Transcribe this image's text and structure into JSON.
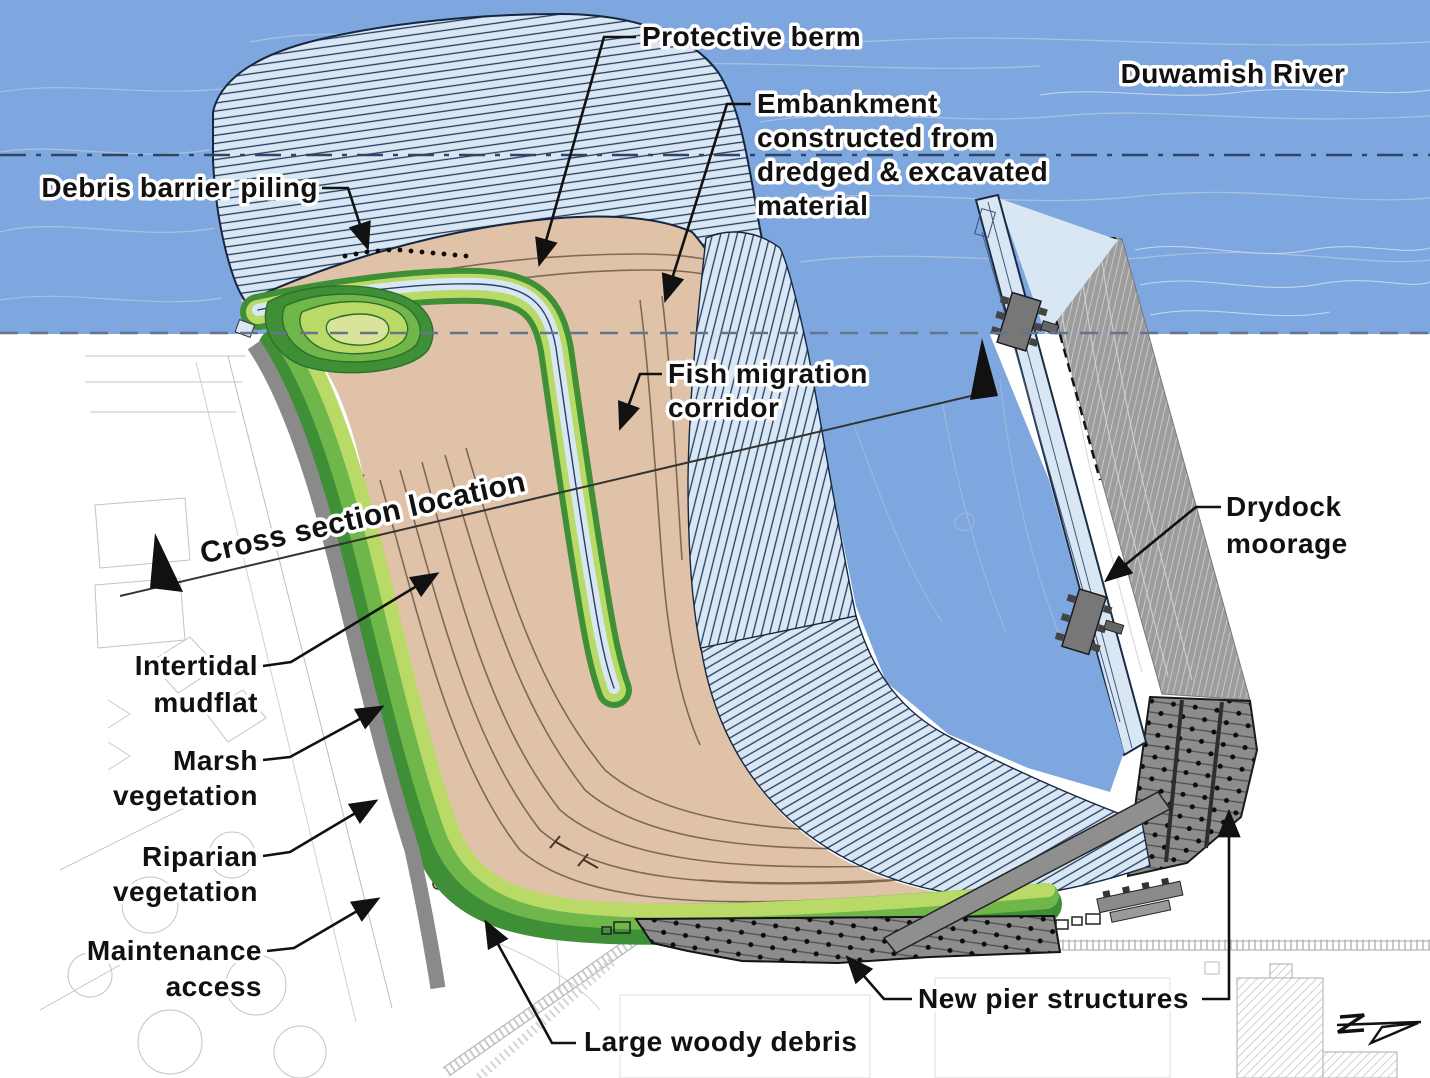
{
  "diagram": {
    "kind": "habitat-restoration-site-plan",
    "labels": {
      "duwamish_river": "Duwamish River",
      "protective_berm": "Protective berm",
      "embankment": {
        "lines": [
          "Embankment",
          "constructed from",
          "dredged & excavated",
          "material"
        ]
      },
      "debris_barrier_piling": "Debris barrier piling",
      "fish_migration": {
        "lines": [
          "Fish migration",
          "corridor"
        ]
      },
      "cross_section": "Cross section location",
      "drydock_moorage": {
        "lines": [
          "Drydock",
          "moorage"
        ]
      },
      "intertidal_mudflat": {
        "lines": [
          "Intertidal",
          "mudflat"
        ]
      },
      "marsh_vegetation": {
        "lines": [
          "Marsh",
          "vegetation"
        ]
      },
      "riparian_vegetation": {
        "lines": [
          "Riparian",
          "vegetation"
        ]
      },
      "maintenance_access": {
        "lines": [
          "Maintenance",
          "access"
        ]
      },
      "large_woody_debris": "Large woody debris",
      "new_pier_structures": "New pier structures"
    },
    "colors": {
      "river": "#7DA7DE",
      "slope_fill": "#D9E7F5",
      "slope_contour": "#243B5E",
      "mudflat": "#DFC2A8",
      "mudflat_contour": "#6F5A46",
      "marsh_dark": "#3F8F36",
      "marsh_mid": "#6FB74A",
      "marsh_light": "#B9DA66",
      "marsh_pale": "#D9E49A",
      "road_gray": "#8A8A8A",
      "drydock_land": "#9D9D9D",
      "pier_gray": "#8D8D8D",
      "label_text": "#111111",
      "label_halo": "#FFFFFF"
    }
  }
}
